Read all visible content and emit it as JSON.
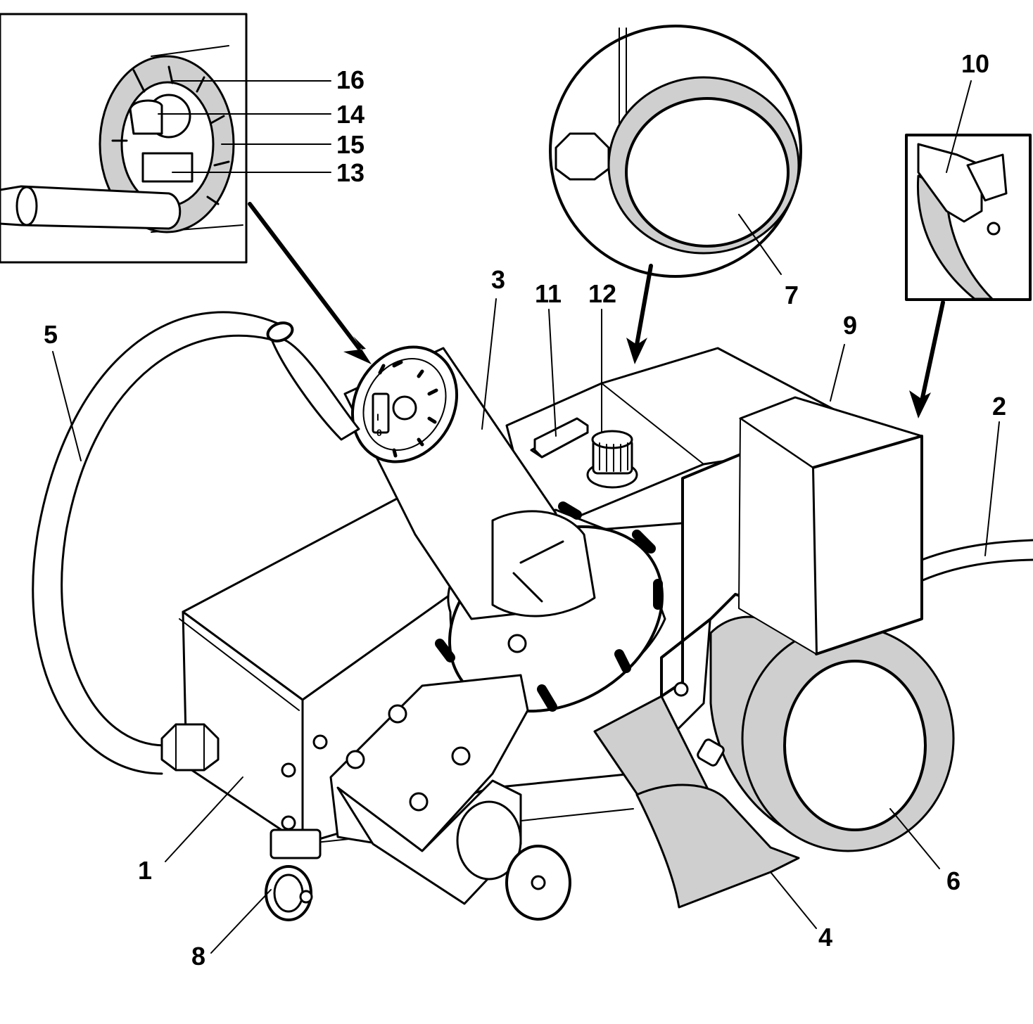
{
  "callouts": {
    "c1": "1",
    "c2": "2",
    "c3": "3",
    "c4": "4",
    "c5": "5",
    "c6": "6",
    "c7": "7",
    "c8": "8",
    "c9": "9",
    "c10": "10",
    "c11": "11",
    "c12": "12",
    "c13": "13",
    "c14": "14",
    "c15": "15",
    "c16": "16"
  },
  "switch_marks": {
    "on": "I",
    "off": "0"
  },
  "colors": {
    "line": "#000000",
    "shade": "#cfcfcf",
    "background": "#ffffff"
  }
}
